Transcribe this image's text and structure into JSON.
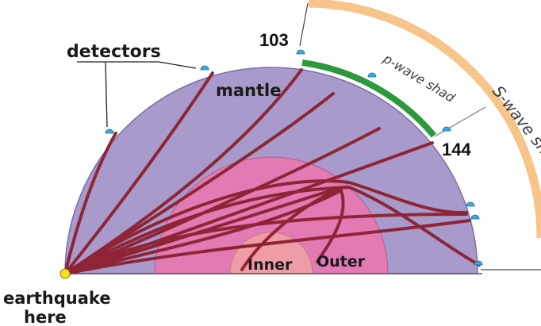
{
  "labels": {
    "detectors": "detectors",
    "mantle": "mantle",
    "inner": "Inner",
    "outer": "Outer",
    "p_wave_shadow": "p-wave shad",
    "s_wave_shadow": "S-wave shad",
    "angle_103": "103",
    "angle_144": "144",
    "earthquake_line1": "earthquake",
    "earthquake_line2": "here"
  },
  "colors": {
    "mantle": "#a89acb",
    "outer_core": "#e27bb4",
    "inner_core": "#f09ca6",
    "ray": "#8e2536",
    "p_shadow": "#2c9a3c",
    "s_shadow": "#f7c48a",
    "detector": "#3fa9e0",
    "earthquake": "#f4e21a"
  }
}
